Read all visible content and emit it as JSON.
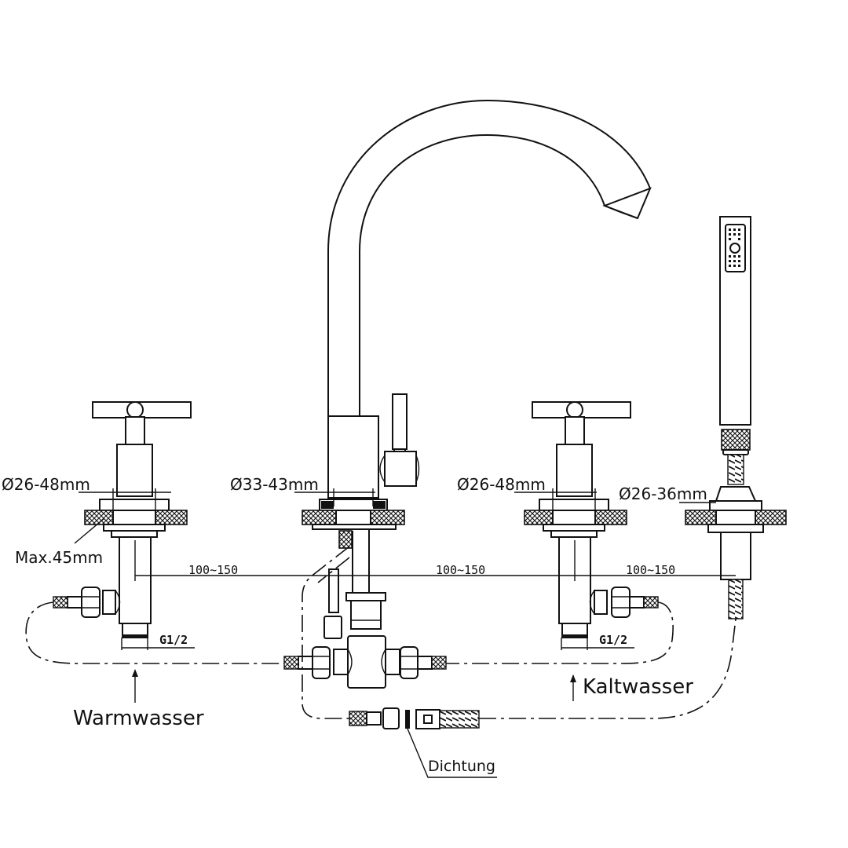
{
  "diagram": {
    "title": "Faucet installation diagram",
    "labels": {
      "diameter_left": "Ø26-48mm",
      "diameter_center": "Ø33-43mm",
      "diameter_right_valve": "Ø26-48mm",
      "diameter_shower": "Ø26-36mm",
      "max_thickness": "Max.45mm",
      "spacing_1": "100~150",
      "spacing_2": "100~150",
      "spacing_3": "100~150",
      "thread_left": "G1/2",
      "thread_right": "G1/2",
      "warm_water": "Warmwasser",
      "cold_water": "Kaltwasser",
      "seal": "Dichtung"
    },
    "colors": {
      "line": "#111111",
      "background": "#ffffff"
    }
  }
}
